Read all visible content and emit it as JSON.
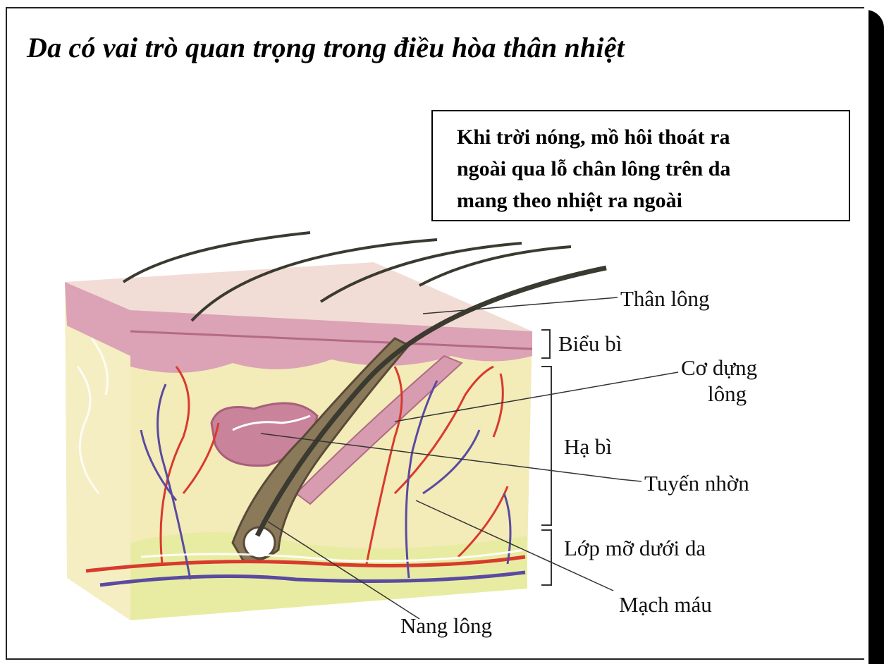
{
  "slide": {
    "title": "Da có vai trò quan trọng trong điều hòa thân nhiệt",
    "caption_lines": [
      "Khi trời nóng, mồ hôi thoát ra",
      "ngoài qua lỗ chân lông trên da",
      "mang theo nhiệt ra ngoài"
    ]
  },
  "diagram": {
    "labels": {
      "than_long": "Thân lông",
      "bieu_bi": "Biểu bì",
      "co_dung_long_line1": "Cơ dựng",
      "co_dung_long_line2": "lông",
      "ha_bi": "Hạ bì",
      "tuyen_nhon": "Tuyến nhờn",
      "lop_mo_duoi_da": "Lớp mỡ dưới da",
      "mach_mau": "Mạch máu",
      "nang_long": "Nang lông"
    },
    "colors": {
      "epidermis": "#dba3b5",
      "epidermis_top": "#f2dcd6",
      "dermis": "#f3ebb8",
      "fat": "#e8eca2",
      "hair": "#3a3a30",
      "artery": "#d83a2e",
      "vein": "#5a4aa0",
      "gland": "#c9839a"
    }
  }
}
